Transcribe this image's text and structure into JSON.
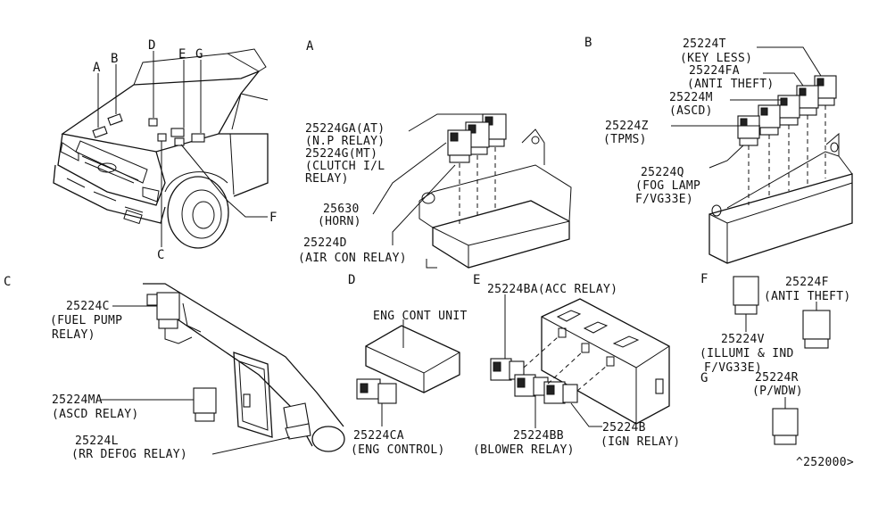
{
  "sections": {
    "A": "A",
    "B": "B",
    "C": "C",
    "D": "D",
    "E": "E",
    "F": "F",
    "G": "G"
  },
  "vehicle_callouts": {
    "A": "A",
    "B": "B",
    "D": "D",
    "E": "E",
    "G": "G",
    "C": "C",
    "F": "F"
  },
  "section_a": {
    "relay_ga": "25224GA(AT)",
    "relay_ga_desc": "(N.P RELAY)",
    "relay_g": "25224G(MT)",
    "relay_g_desc1": "(CLUTCH I/L",
    "relay_g_desc2": "RELAY)",
    "horn": "25630",
    "horn_desc": "(HORN)",
    "relay_d": "25224D",
    "relay_d_desc": "(AIR CON RELAY)"
  },
  "section_b": {
    "relay_t": "25224T",
    "relay_t_desc": "(KEY LESS)",
    "relay_fa": "25224FA",
    "relay_fa_desc": "(ANTI THEFT)",
    "relay_m": "25224M",
    "relay_m_desc": "(ASCD)",
    "relay_z": "25224Z",
    "relay_z_desc": "(TPMS)",
    "relay_q": "25224Q",
    "relay_q_desc1": "(FOG LAMP",
    "relay_q_desc2": "F/VG33E)"
  },
  "section_c": {
    "relay_c": "25224C",
    "relay_c_desc1": "(FUEL PUMP",
    "relay_c_desc2": "RELAY)",
    "relay_ma": "25224MA",
    "relay_ma_desc": "(ASCD RELAY)",
    "relay_l": "25224L",
    "relay_l_desc": "(RR DEFOG RELAY)"
  },
  "section_d": {
    "unit": "ENG CONT UNIT",
    "relay_ca": "25224CA",
    "relay_ca_desc": "(ENG CONTROL)"
  },
  "section_e": {
    "relay_ba": "25224BA(ACC RELAY)",
    "relay_bb": "25224BB",
    "relay_bb_desc": "(BLOWER RELAY)",
    "relay_b": "25224B",
    "relay_b_desc": "(IGN RELAY)"
  },
  "section_f": {
    "relay_f": "25224F",
    "relay_f_desc": "(ANTI THEFT)",
    "relay_v": "25224V",
    "relay_v_desc1": "(ILLUMI & IND",
    "relay_v_desc2": "F/VG33E)"
  },
  "section_g": {
    "relay_r": "25224R",
    "relay_r_desc": "(P/WDW)"
  },
  "diagram_ref": "^252000>"
}
